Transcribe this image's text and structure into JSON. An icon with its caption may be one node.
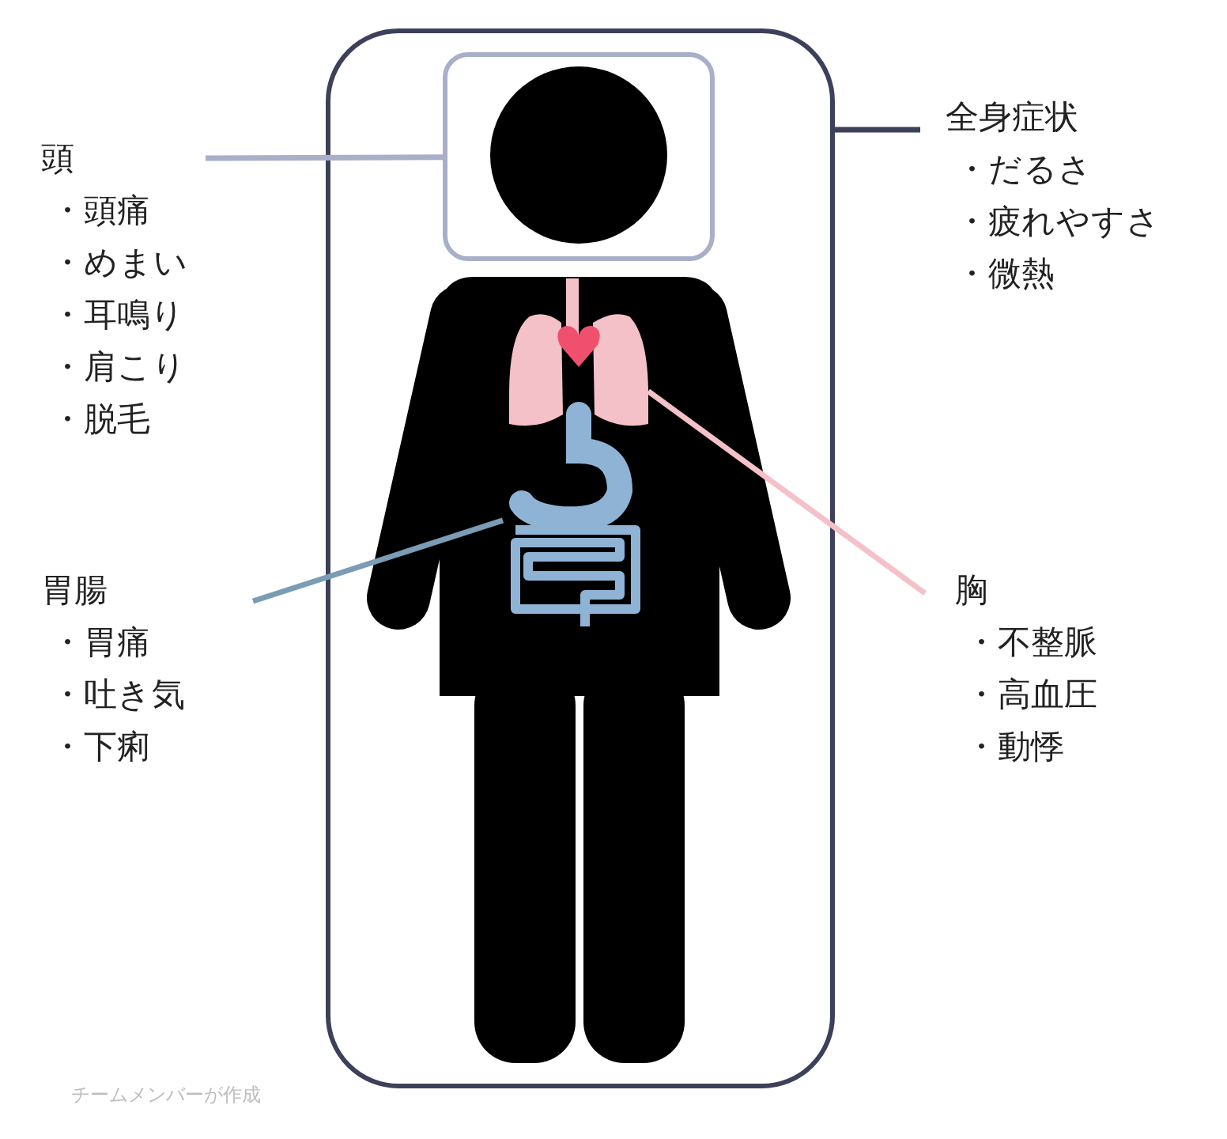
{
  "diagram": {
    "nodes": [
      {
        "text": [
          "頭",
          "・頭痛",
          "・めまい",
          "・耳鳴り",
          "・肩こり",
          "・脱毛"
        ]
      },
      {
        "text": [
          "全身症状",
          "・だるさ",
          "・疲れやすさ",
          "・微熱"
        ]
      },
      {
        "text": [
          "胃腸",
          "・胃痛",
          "・吐き気",
          "・下痢"
        ]
      },
      {
        "text": [
          "胸",
          "・不整脈",
          "・高血圧",
          "・動悸"
        ]
      },
      {
        "text": [],
        "shape": "box"
      },
      {
        "text": [],
        "shape": "box",
        "in": 4
      },
      {
        "text": [],
        "shape": "picture",
        "in": 4
      },
      {
        "text": [],
        "shape": "picture",
        "in": 4
      }
    ],
    "edges": [
      {
        "from": 0,
        "to": 5,
        "arrow": "none",
        "color": "#a9afc9"
      },
      {
        "from": 1,
        "to": 4,
        "arrow": "none",
        "color": "#3d4059"
      },
      {
        "from": 2,
        "to": 6,
        "arrow": "none",
        "color": "#7b9cb5"
      },
      {
        "from": 3,
        "to": 7,
        "arrow": "none",
        "color": "#f4c1c8"
      }
    ],
    "labels": [
      "チームメンバーが作成"
    ]
  }
}
